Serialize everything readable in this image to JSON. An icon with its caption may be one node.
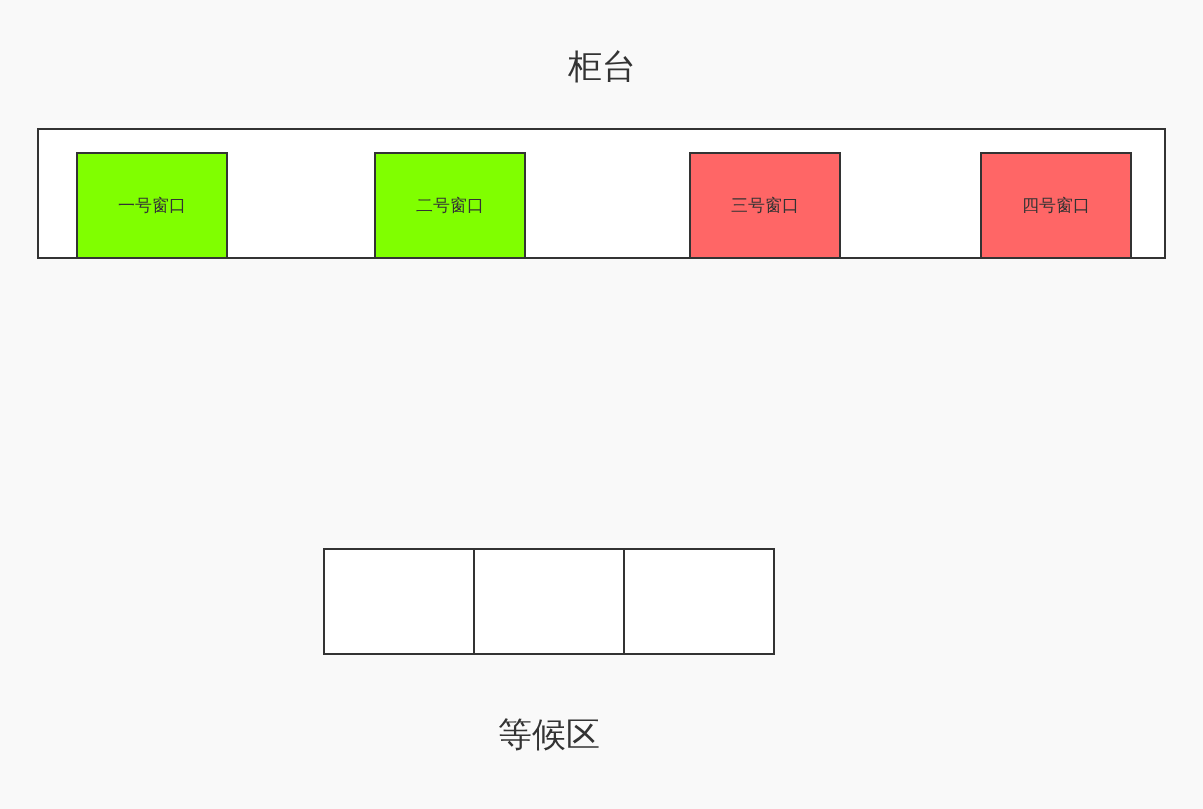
{
  "diagram": {
    "nodes": [
      {
        "text": [
          "柜台"
        ]
      },
      {
        "text": [
          "一号窗口"
        ],
        "in": 0
      },
      {
        "text": [
          "二号窗口"
        ],
        "in": 0
      },
      {
        "text": [
          "三号窗口"
        ],
        "in": 0
      },
      {
        "text": [
          "四号窗口"
        ],
        "in": 0
      },
      {
        "text": [
          "等候区"
        ]
      },
      {
        "text": [],
        "shape": "box",
        "in": 5
      },
      {
        "text": [],
        "shape": "box",
        "in": 5
      },
      {
        "text": [],
        "shape": "box",
        "in": 5
      }
    ]
  }
}
